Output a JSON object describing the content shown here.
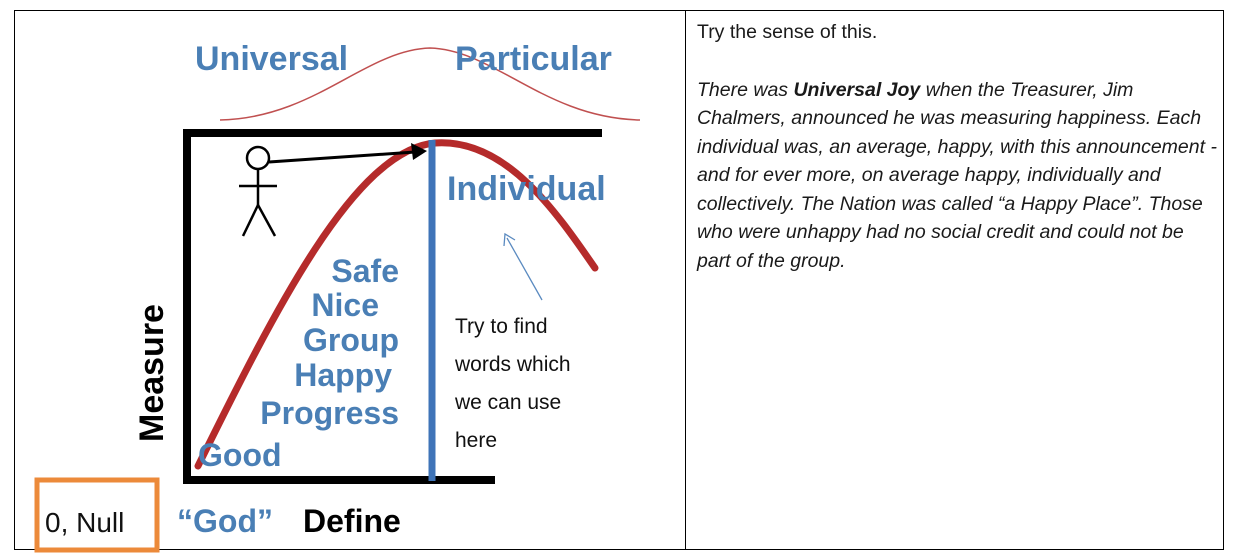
{
  "figure": {
    "label_universal": "Universal",
    "label_particular": "Particular",
    "label_individual": "Individual",
    "words": [
      "Safe",
      "Nice",
      "Group",
      "Happy",
      "Progress",
      "Good"
    ],
    "note_lines": [
      "Try to find",
      "words which",
      "we can use",
      "here"
    ],
    "axis_measure": "Measure",
    "axis_define": "Define",
    "label_god": "“God”",
    "box_label": "0, Null",
    "colors": {
      "blue_text": "#4a7fb5",
      "red_curve": "#b52b2b",
      "blue_line": "#3f74b8",
      "orange_box": "#ec8a3a"
    }
  },
  "text": {
    "intro": "Try the sense of this.",
    "story_before": "There was ",
    "story_bold": "Universal Joy",
    "story_after": " when the Treasurer, Jim Chalmers, announced he was measuring happiness. Each individual was, an average, happy, with this announcement - and for ever more, on average happy, individually and collectively. The Nation was called “a Happy Place”. Those who were unhappy had no social credit and could not be part of the group."
  }
}
